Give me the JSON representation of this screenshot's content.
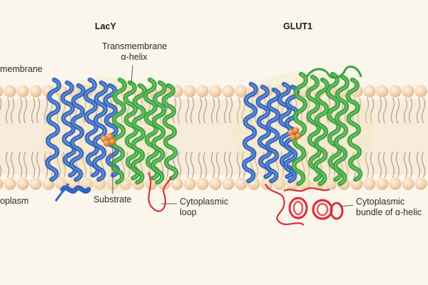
{
  "colors": {
    "background": "#fbf6ec",
    "lipid_head": "#f0c9a3",
    "lipid_tail": "#b9a591",
    "domain_n": "#2f64c0",
    "domain_c": "#3aa43c",
    "loop": "#d9303b",
    "substrate": "#e07a18"
  },
  "labels": {
    "lacy_title": "LacY",
    "glut1_title": "GLUT1",
    "membrane": "membrane",
    "tm_helix_line1": "Transmembrane",
    "tm_helix_line2": "α-helix",
    "cytoplasm": "oplasm",
    "substrate": "Substrate",
    "cyto_loop_line1": "Cytoplasmic",
    "cyto_loop_line2": "loop",
    "cyto_bundle_line1": "Cytoplasmic",
    "cyto_bundle_line2": "bundle of α-helic"
  }
}
